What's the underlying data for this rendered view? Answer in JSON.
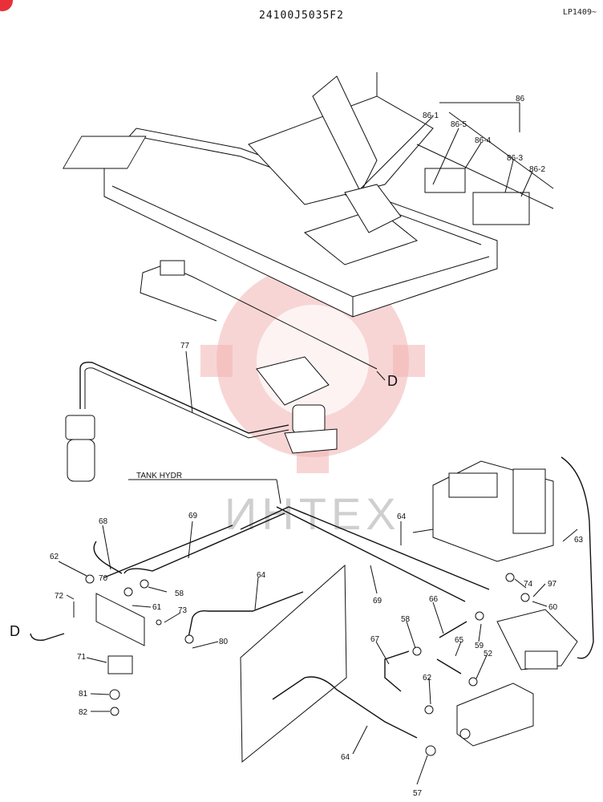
{
  "header": {
    "code": "24100J5035F2",
    "page_ref": "LP1409~"
  },
  "watermark": {
    "text": "ИНТЕХ"
  },
  "labels": {
    "tank": "TANK HYDR",
    "d_upper": "D",
    "d_lower": "D"
  },
  "callouts": {
    "c86": "86",
    "c86_1": "86-1",
    "c86_5": "86-5",
    "c86_4": "86-4",
    "c86_3": "86-3",
    "c86_2": "86-2",
    "c77": "77",
    "c69a": "69",
    "c68": "68",
    "c64a": "64",
    "c63": "63",
    "c62a": "62",
    "c70": "70",
    "c72": "72",
    "c58a": "58",
    "c61": "61",
    "c73": "73",
    "c64b": "64",
    "c69b": "69",
    "c74": "74",
    "c97": "97",
    "c60": "60",
    "c66": "66",
    "c58b": "58",
    "c67": "67",
    "c65": "65",
    "c59": "59",
    "c80": "80",
    "c71": "71",
    "c52": "52",
    "c62b": "62",
    "c81": "81",
    "c82": "82",
    "c64c": "64",
    "c57": "57"
  }
}
